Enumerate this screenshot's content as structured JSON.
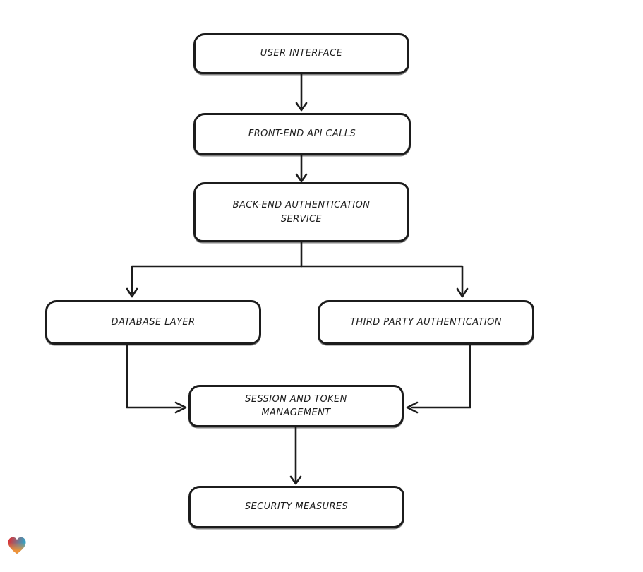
{
  "page": {
    "background": "#ffffff"
  },
  "diagram": {
    "type": "flowchart",
    "stroke_color": "#1c1c1c",
    "node_fill": "#ffffff",
    "nodes": [
      {
        "id": "user-interface",
        "label": "USER INTERFACE"
      },
      {
        "id": "front-end-api-calls",
        "label": "FRONT-END API CALLS"
      },
      {
        "id": "back-end-authentication-service",
        "label": "BACK-END AUTHENTICATION\nSERVICE"
      },
      {
        "id": "database-layer",
        "label": "DATABASE LAYER"
      },
      {
        "id": "third-party-authentication",
        "label": "THIRD PARTY AUTHENTICATION"
      },
      {
        "id": "session-and-token-management",
        "label": "SESSION AND TOKEN\nMANAGEMENT"
      },
      {
        "id": "security-measures",
        "label": "SECURITY MEASURES"
      }
    ],
    "edges": [
      {
        "from": "user-interface",
        "to": "front-end-api-calls"
      },
      {
        "from": "front-end-api-calls",
        "to": "back-end-authentication-service"
      },
      {
        "from": "back-end-authentication-service",
        "to": "database-layer"
      },
      {
        "from": "back-end-authentication-service",
        "to": "third-party-authentication"
      },
      {
        "from": "database-layer",
        "to": "session-and-token-management"
      },
      {
        "from": "third-party-authentication",
        "to": "session-and-token-management"
      },
      {
        "from": "session-and-token-management",
        "to": "security-measures"
      }
    ]
  },
  "branding": {
    "logo_icon": "heart-icon",
    "logo_colors": {
      "top_left_red": "#e92a2c",
      "top_right_blue": "#2aa7cd",
      "bottom_orange": "#f69433"
    }
  }
}
